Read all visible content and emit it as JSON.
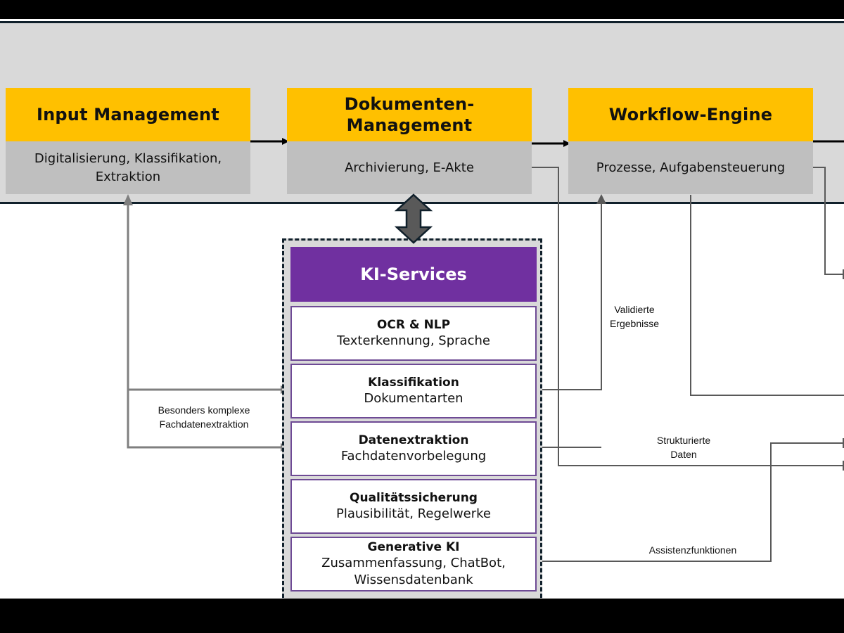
{
  "stages": [
    {
      "title": "Input Management",
      "description": "Digitalisierung, Klassifikation, Extraktion"
    },
    {
      "title": "Dokumenten-\nManagement",
      "description": "Archivierung, E-Akte"
    },
    {
      "title": "Workflow-Engine",
      "description": "Prozesse, Aufgabensteuerung"
    }
  ],
  "ki_services": {
    "title": "KI-Services",
    "services": [
      {
        "title": "OCR & NLP",
        "description": "Texterkennung, Sprache"
      },
      {
        "title": "Klassifikation",
        "description": "Dokumentarten"
      },
      {
        "title": "Datenextraktion",
        "description": "Fachdatenvorbelegung"
      },
      {
        "title": "Qualitätssicherung",
        "description": "Plausibilität, Regelwerke"
      },
      {
        "title": "Generative KI",
        "description": "Zusammenfassung, ChatBot,\nWissensdatenbank"
      }
    ]
  },
  "connector_labels": {
    "complex_extraction": "Besonders komplexe\nFachdatenextraktion",
    "validated_results": "Validierte\nErgebnisse",
    "structured_data": "Strukturierte\nDaten",
    "assistance": "Assistenzfunktionen"
  },
  "colors": {
    "stage_header": "#ffc000",
    "stage_body": "#bfbfbf",
    "band": "#d9d9d9",
    "ki_header": "#7030a0",
    "ki_card_border": "#6e4a95",
    "connector": "#595959",
    "frame_border": "#10202b"
  }
}
